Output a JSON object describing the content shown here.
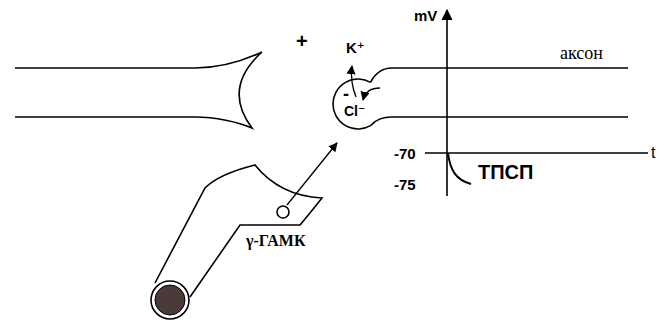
{
  "diagram": {
    "nodes": [
      {
        "text": [
          "-",
          "Cl⁻"
        ]
      }
    ],
    "labels": [
      "+",
      "K⁺",
      "mV",
      "аксон",
      "-70",
      "-75",
      "ТПСП",
      "t",
      "γ-ГАМК"
    ]
  }
}
